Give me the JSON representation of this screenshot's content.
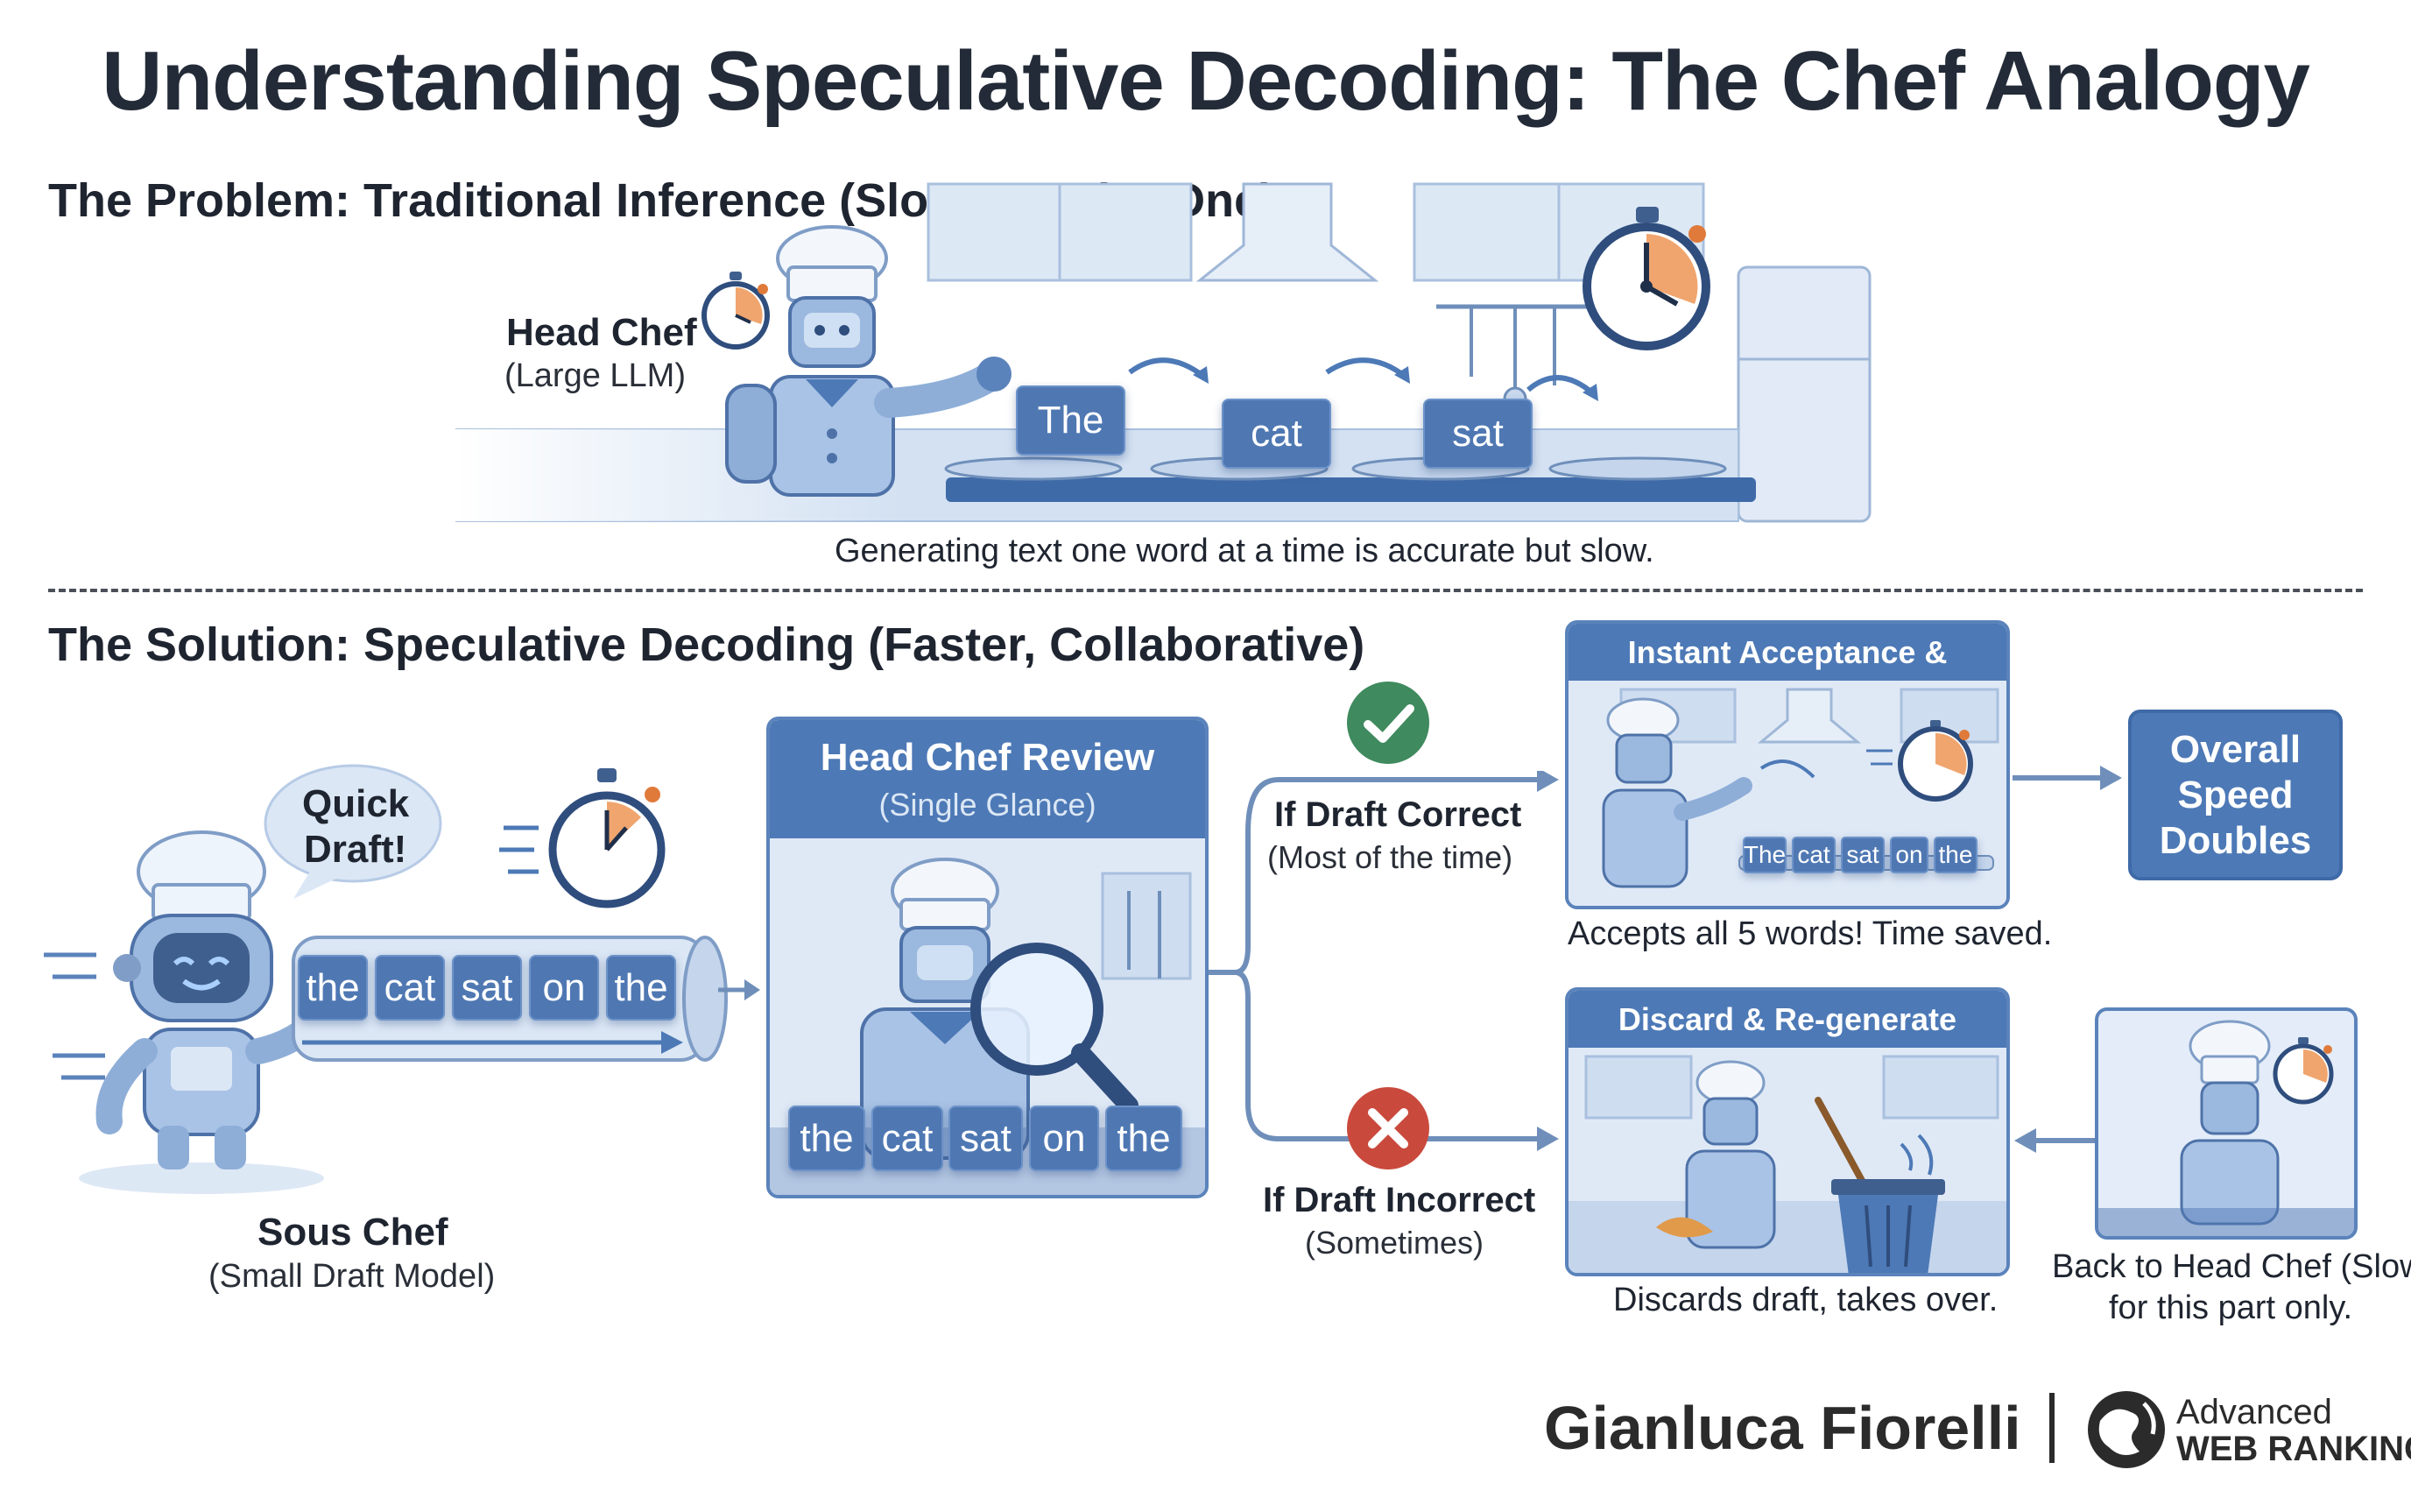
{
  "title": "Understanding Speculative Decoding: The Chef Analogy",
  "problem": {
    "heading": "The Problem: Traditional Inference (Slow, One-by-One)",
    "head_chef_label": "Head Chef",
    "head_chef_sub": "(Large LLM)",
    "tokens": [
      "The",
      "cat",
      "sat"
    ],
    "caption": "Generating text one word at a time is accurate but slow."
  },
  "solution": {
    "heading": "The Solution: Speculative Decoding (Faster, Collaborative)",
    "bubble_line1": "Quick",
    "bubble_line2": "Draft!",
    "draft_tokens": [
      "the",
      "cat",
      "sat",
      "on",
      "the"
    ],
    "sous_chef_label": "Sous Chef",
    "sous_chef_sub": "(Small Draft Model)",
    "review": {
      "title": "Head Chef Review",
      "subtitle": "(Single Glance)",
      "tokens": [
        "the",
        "cat",
        "sat",
        "on",
        "the"
      ]
    },
    "correct_label": "If Draft Correct",
    "correct_sub": "(Most of the time)",
    "incorrect_label": "If Draft Incorrect",
    "incorrect_sub": "(Sometimes)",
    "accept_panel": {
      "title": "Instant Acceptance & Speedup",
      "tokens": [
        "The",
        "cat",
        "sat",
        "on",
        "the"
      ],
      "caption": "Accepts all 5 words! Time saved."
    },
    "overall": [
      "Overall",
      "Speed",
      "Doubles"
    ],
    "discard_panel": {
      "title": "Discard & Re-generate",
      "caption": "Discards draft, takes over."
    },
    "back_caption_line1": "Back to Head Chef (Slow)",
    "back_caption_line2": "for this part only."
  },
  "footer": {
    "author": "Gianluca Fiorelli",
    "brand_line1": "Advanced",
    "brand_line2": "WEB RANKING"
  },
  "colors": {
    "primary": "#4d79b6",
    "light": "#dbe7f5",
    "check": "#3f8a5e",
    "cross": "#c94a3d",
    "timer": "#e07a3a"
  }
}
